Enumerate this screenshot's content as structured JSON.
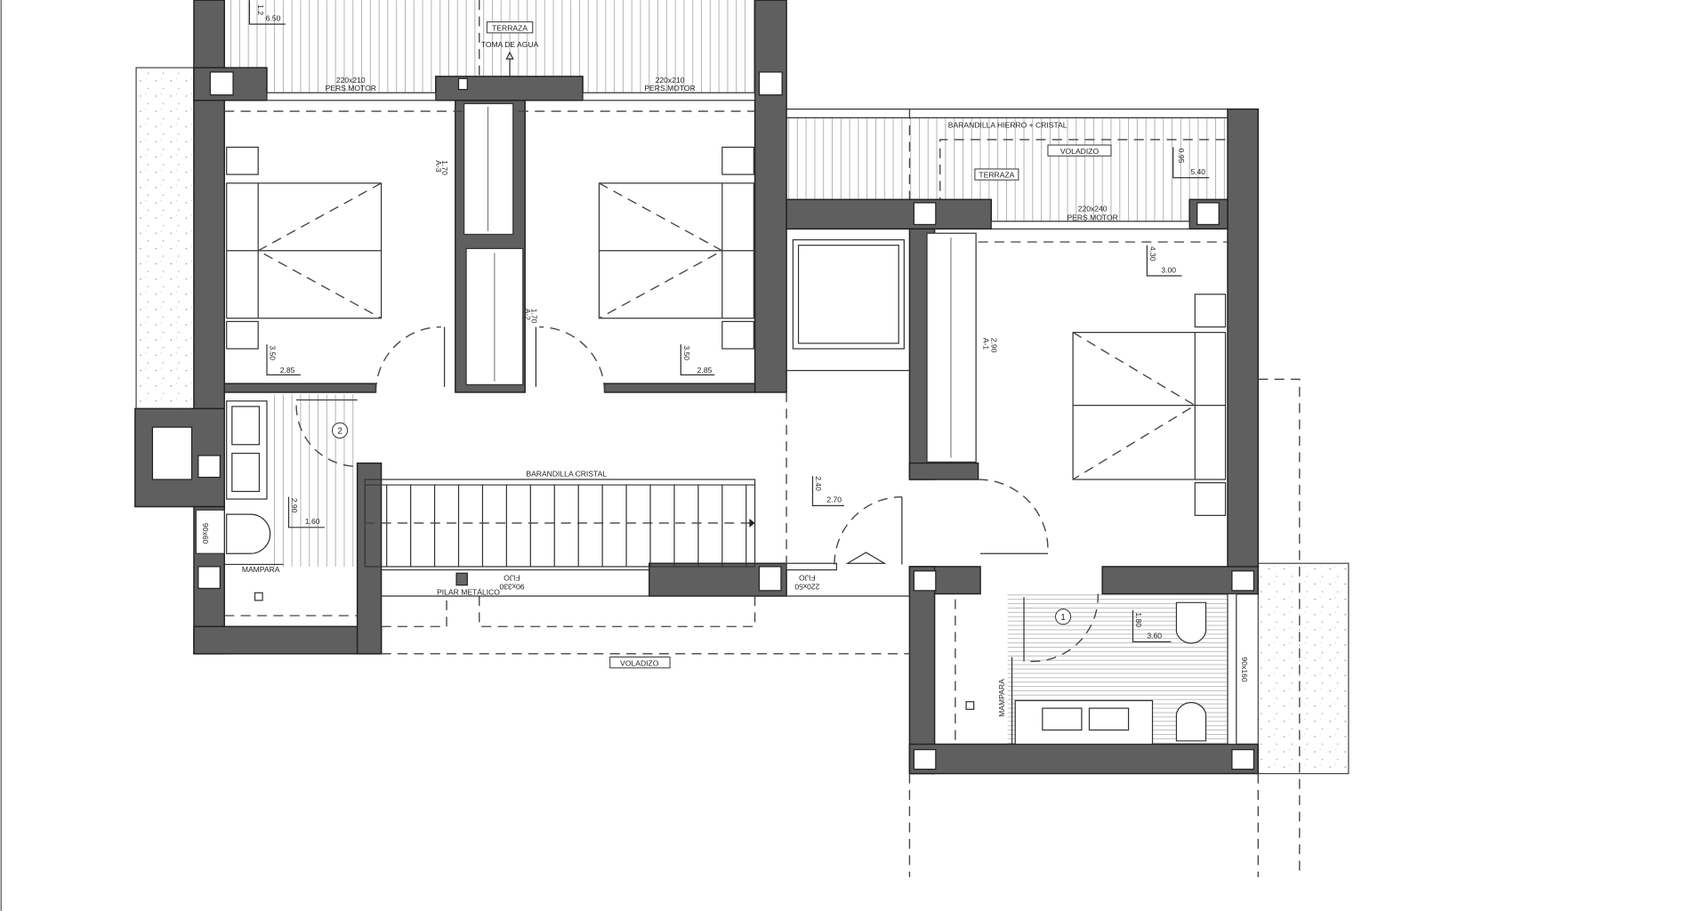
{
  "plan": {
    "top_terrace": {
      "label": "TERRAZA",
      "water_tap": "TOMA DE AGUA",
      "dim_a": "6.50",
      "dim_b": "1.2"
    },
    "window_left": {
      "size": "220x210",
      "type": "PERS.MOTOR"
    },
    "window_mid": {
      "size": "220x210",
      "type": "PERS.MOTOR"
    },
    "right_terrace": {
      "railing": "BARANDILLA HIERRO + CRISTAL",
      "overhang": "VOLADIZO",
      "label": "TERRAZA",
      "dim_a": "0.95",
      "dim_b": "5.40"
    },
    "window_master": {
      "size": "220x240",
      "type": "PERS.MOTOR"
    },
    "master_bedroom": {
      "dim_a": "4.30",
      "dim_b": "3.00"
    },
    "wardrobes": [
      {
        "code": "A-3",
        "width": "1.70"
      },
      {
        "code": "A-2",
        "width": "1.70"
      },
      {
        "code": "A-1",
        "width": "2.90"
      }
    ],
    "bedroom_left": {
      "dim_a": "3.50",
      "dim_b": "2.85"
    },
    "bedroom_right": {
      "dim_a": "3.50",
      "dim_b": "2.85"
    },
    "bathroom_2": {
      "number": "2",
      "dim_a": "2.90",
      "dim_b": "1.60",
      "window": "90x60",
      "screen": "MAMPARA"
    },
    "stairs": {
      "railing": "BARANDILLA CRISTAL",
      "pillar": "PILAR METÁLICO",
      "fixed_window": "FIJO",
      "fixed_window_size": "90x330"
    },
    "hall": {
      "dim_a": "2.40",
      "dim_b": "2.70",
      "fixed_window": "FIJO",
      "fixed_window_size": "220x50"
    },
    "bottom_overhang": "VOLADIZO",
    "bathroom_1": {
      "number": "1",
      "dim_a": "1.80",
      "dim_b": "3.60",
      "window": "90x160",
      "screen": "MAMPARA"
    }
  }
}
